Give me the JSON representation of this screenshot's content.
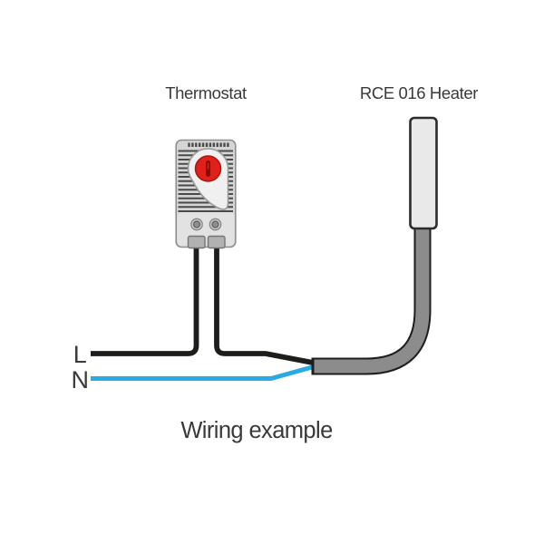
{
  "diagram": {
    "caption": "Wiring example",
    "components": {
      "thermostat": {
        "label": "Thermostat"
      },
      "heater": {
        "label": "RCE 016 Heater"
      }
    },
    "wires": {
      "live_label": "L",
      "neutral_label": "N"
    },
    "colors": {
      "background": "#FFFFFF",
      "text": "#3A3A3A",
      "wire_live": "#1D1D1B",
      "wire_neutral": "#29ABE2",
      "cable_fill": "#8C8C8C",
      "cable_outline": "#1D1D1B",
      "heater_fill": "#E9E9E9",
      "heater_outline": "#2B2B2B",
      "thermostat_body": "#D5D5D5",
      "thermostat_body_outline": "#8F8F8F",
      "thermostat_lower_panel": "#E2E2E2",
      "louver": "#4A4A4A",
      "teardrop_fill": "#F0F0F0",
      "teardrop_outline": "#9A9A9A",
      "dial_red": "#E0201A",
      "dial_ring": "#AD120C",
      "dial_slot": "#7E1009",
      "screw_outer": "#C9C9C9",
      "screw_inner": "#8E8E8E",
      "terminal_fill": "#B2B2B2",
      "terminal_outline": "#757575"
    }
  }
}
